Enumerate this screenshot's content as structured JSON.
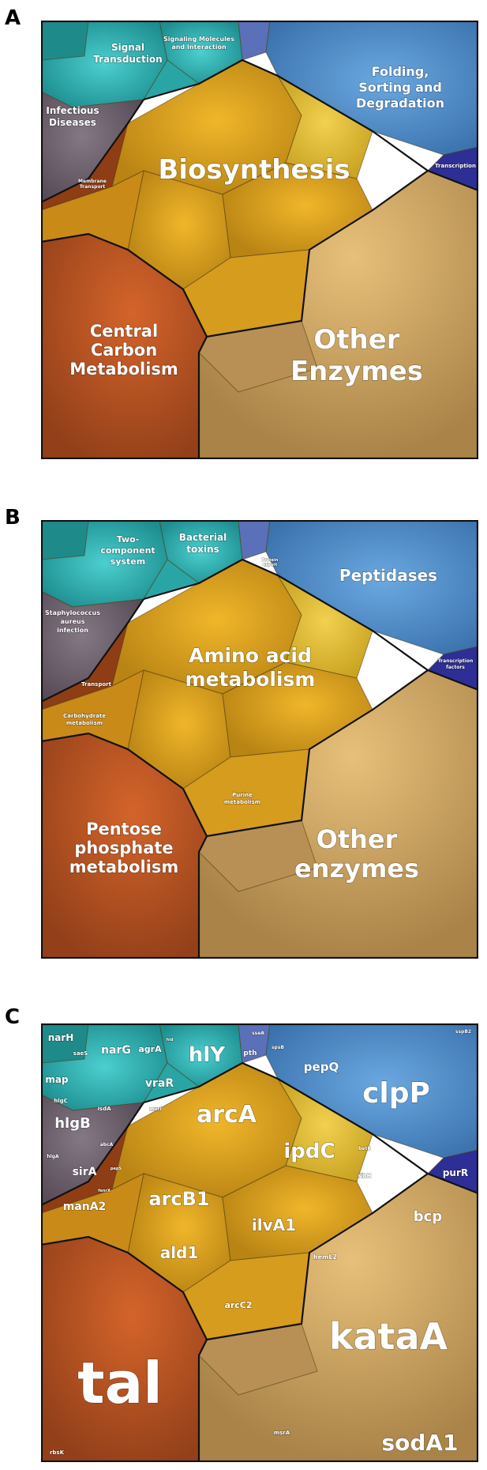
{
  "panels": [
    {
      "letter": "A",
      "labels": {
        "signal": [
          "Signal",
          "Transduction"
        ],
        "molecules": [
          "Signaling Molecules",
          "and Interaction"
        ],
        "infectious": [
          "Infectious",
          "Diseases"
        ],
        "membrane": [
          "Membrane",
          "Transport"
        ],
        "folding": [
          "Folding,",
          "Sorting and",
          "Degradation"
        ],
        "transcription": [
          "Transcription"
        ],
        "biosynthesis": [
          "Biosynthesis"
        ],
        "central": [
          "Central",
          "Carbon",
          "Metabolism"
        ],
        "other": [
          "Other",
          "Enzymes"
        ]
      }
    },
    {
      "letter": "B",
      "labels": {
        "twocomp": [
          "Two-",
          "component",
          "system"
        ],
        "toxins": [
          "Bacterial",
          "toxins"
        ],
        "staph": [
          "Staphylococcus",
          "aureus",
          "infection"
        ],
        "transport": [
          "Transport"
        ],
        "protexport": [
          "Protein",
          "export"
        ],
        "peptidases": [
          "Peptidases"
        ],
        "tfactors": [
          "Transcription",
          "factors"
        ],
        "amino": [
          "Amino acid",
          "metabolism"
        ],
        "carb": [
          "Carbohydrate",
          "metabolism"
        ],
        "purine": [
          "Purine",
          "metabolism"
        ],
        "pentose": [
          "Pentose",
          "phosphate",
          "metabolism"
        ],
        "other": [
          "Other",
          "enzymes"
        ]
      }
    },
    {
      "letter": "C",
      "labels": {
        "narH": "narH",
        "saeS": "saeS",
        "narG": "narG",
        "agrA": "agrA",
        "hld": "hld",
        "hlY": "hlY",
        "vraR": "vraR",
        "map": "map",
        "hlgC": "hlgC",
        "isdA": "isdA",
        "hlgB": "hlgB",
        "hlgA": "hlgA",
        "sirA": "sirA",
        "abcA": "abcA",
        "manA2": "manA2",
        "tal": "tal",
        "rbsK": "rbsK",
        "sseA": "sseA",
        "pth": "pth",
        "spsB": "spsB",
        "sspB2": "sspB2",
        "pepQ": "pepQ",
        "clpP": "clpP",
        "purR": "purR",
        "murI": "murI",
        "arcA": "arcA",
        "ipdC": "ipdC",
        "betB": "betB",
        "ribH": "ribH",
        "bcp": "bcp",
        "arcB1": "arcB1",
        "ilvA1": "ilvA1",
        "ald1": "ald1",
        "hemL2": "hemL2",
        "arcC2": "arcC2",
        "kataA": "kataA",
        "msrA": "msrA",
        "sodA1": "sodA1",
        "fenrX": "fenrX",
        "pepS": "pepS"
      }
    }
  ],
  "colors": {
    "teal": "#2aa3a0",
    "teal_light": "#45c4c4",
    "gray": "#6a5e6a",
    "blue": "#4d8cc8",
    "navy": "#2b2f9a",
    "amber": "#d49a1a",
    "yellow": "#e7c031",
    "rust": "#b3501f",
    "tan": "#c9a060",
    "brown": "#8e3d15"
  }
}
